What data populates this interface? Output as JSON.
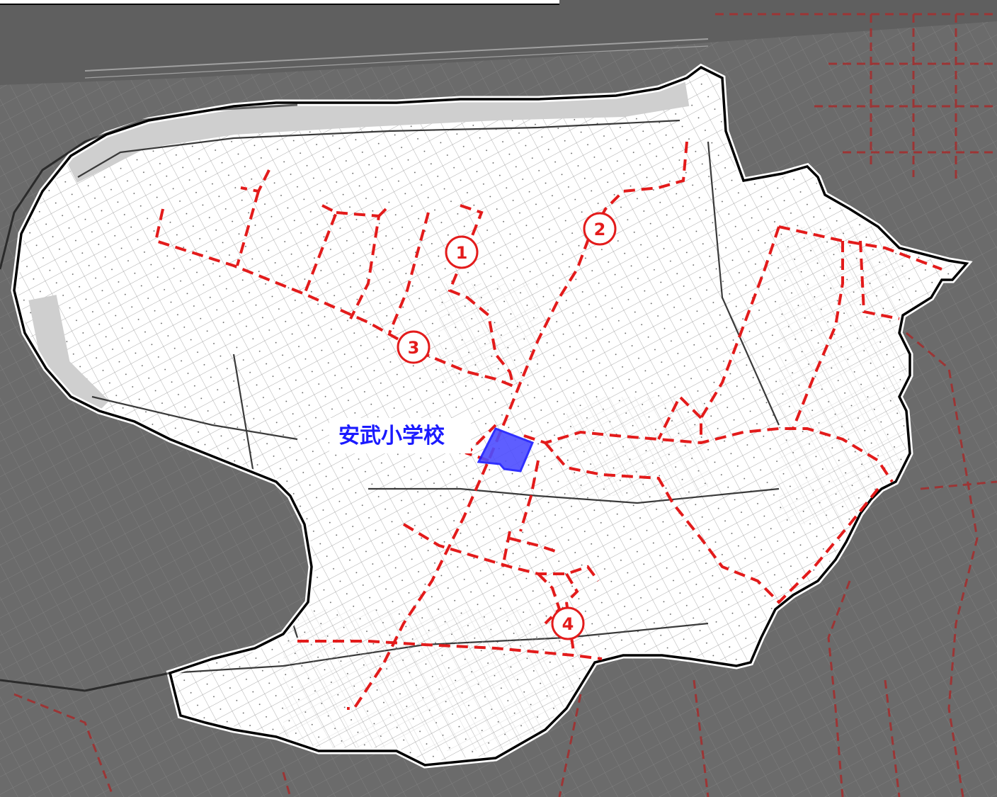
{
  "map": {
    "colors": {
      "background": "#6b6b6b",
      "district_fill": "#ffffff",
      "district_border": "#000000",
      "route": "#e31b1b",
      "outer_route": "#9c3535",
      "school_fill": "#4d4dff",
      "school_label": "#1a1aff",
      "marker": "#e31b1b"
    },
    "school": {
      "label": "安武小学校"
    },
    "route_markers": [
      {
        "number": "1"
      },
      {
        "number": "2"
      },
      {
        "number": "3"
      },
      {
        "number": "4"
      }
    ]
  }
}
